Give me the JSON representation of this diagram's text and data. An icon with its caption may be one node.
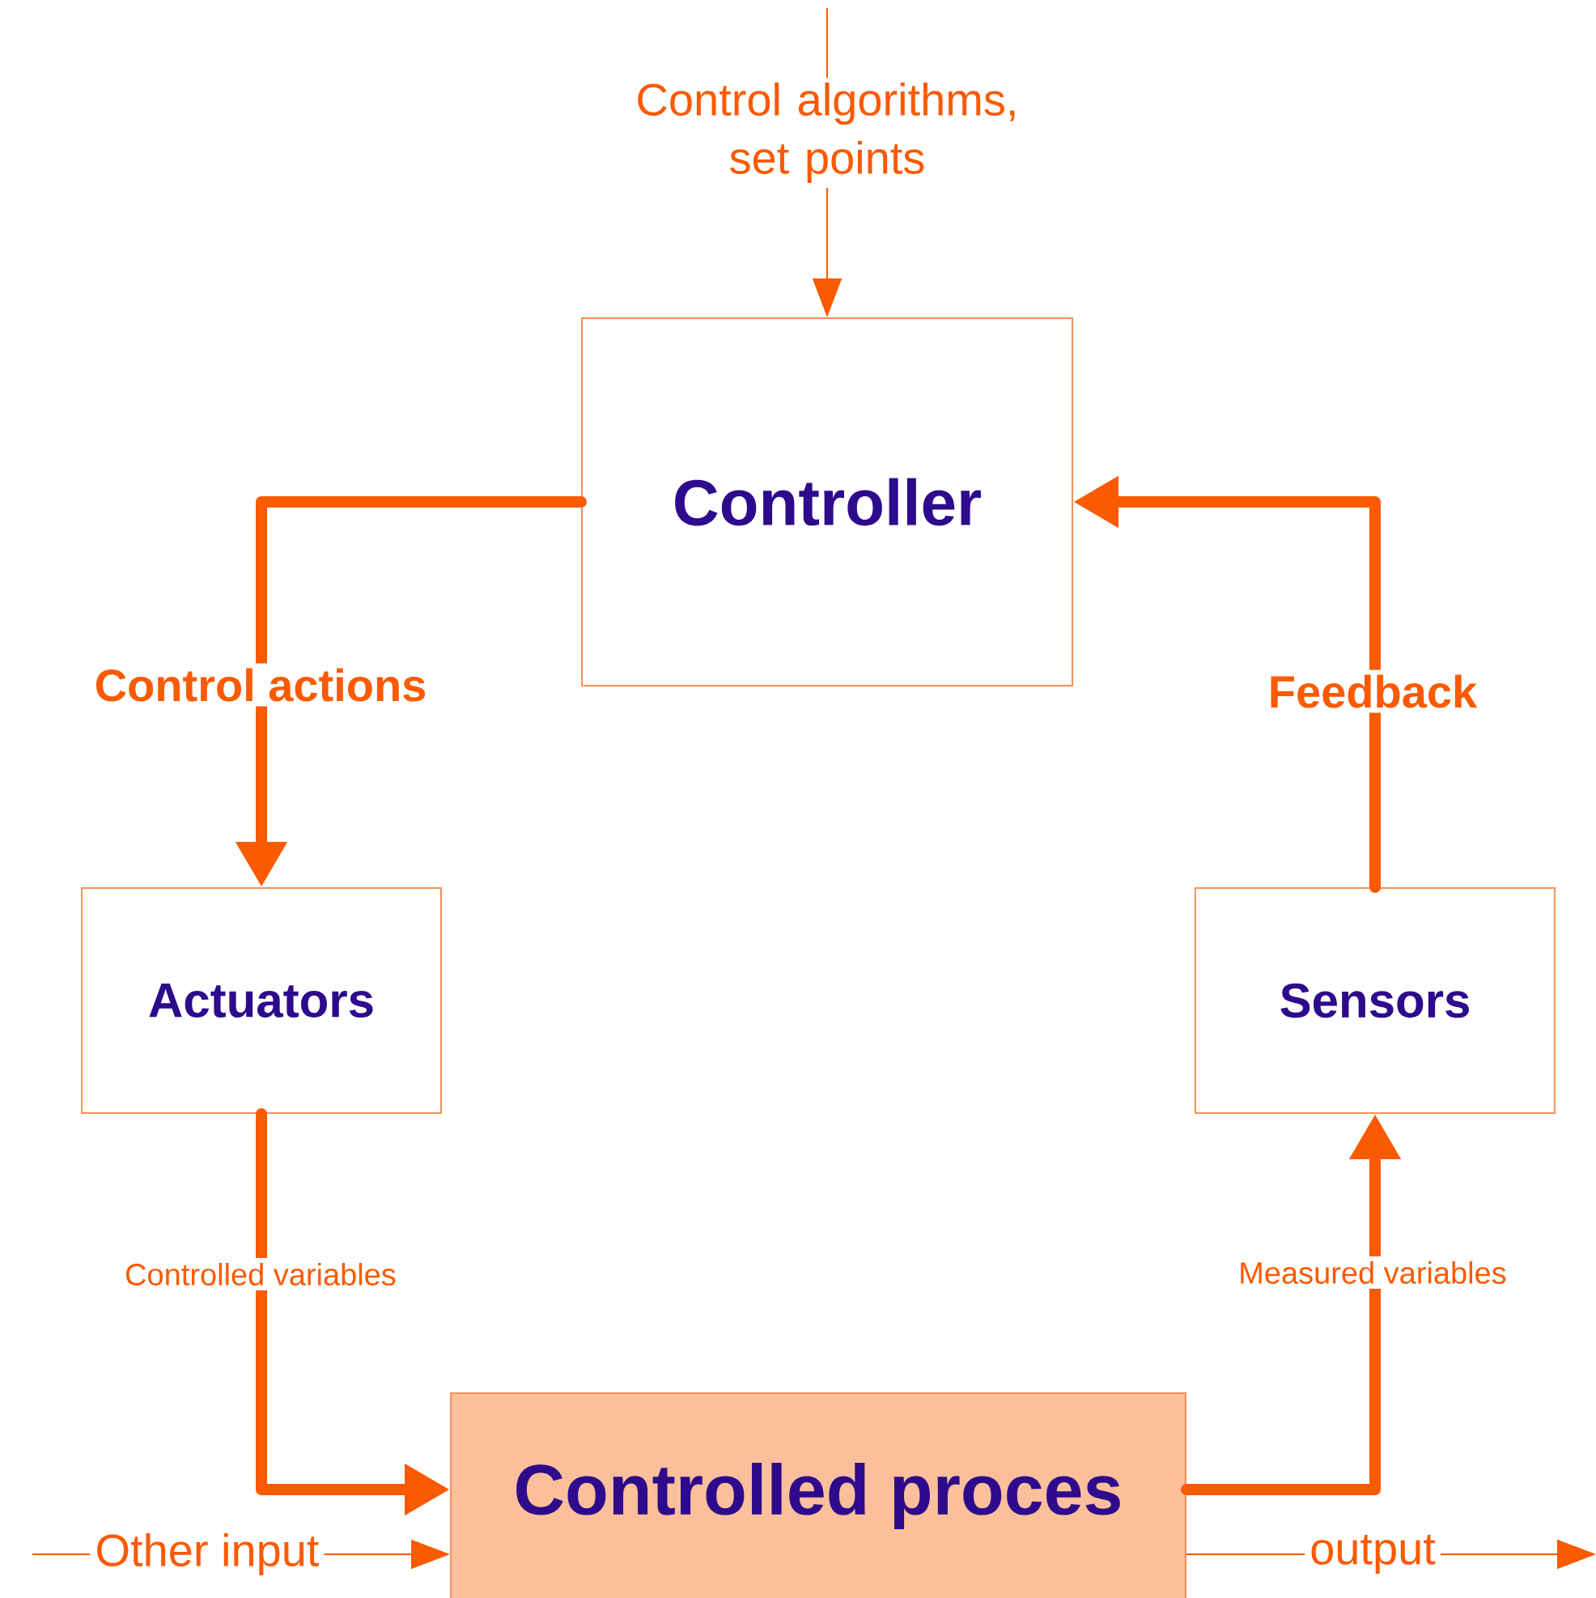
{
  "diagram": {
    "nodes": [
      {
        "text": [
          "Controller"
        ]
      },
      {
        "text": [
          "Actuators"
        ]
      },
      {
        "text": [
          "Sensors"
        ]
      },
      {
        "text": [
          "Controlled proces"
        ]
      }
    ],
    "edges": [
      {
        "from": null,
        "to": 0,
        "arrow": "to",
        "label": "Control algorithms, set points"
      },
      {
        "from": 0,
        "to": 1,
        "arrow": "to",
        "label": "Control actions"
      },
      {
        "from": 1,
        "to": 3,
        "arrow": "to",
        "label": "Controlled variables"
      },
      {
        "from": 3,
        "to": 2,
        "arrow": "to",
        "label": "Measured variables"
      },
      {
        "from": 2,
        "to": 0,
        "arrow": "to",
        "label": "Feedback"
      },
      {
        "from": null,
        "to": 3,
        "arrow": "to",
        "label": "Other input"
      },
      {
        "from": 3,
        "to": null,
        "arrow": "to",
        "label": "output"
      }
    ]
  }
}
